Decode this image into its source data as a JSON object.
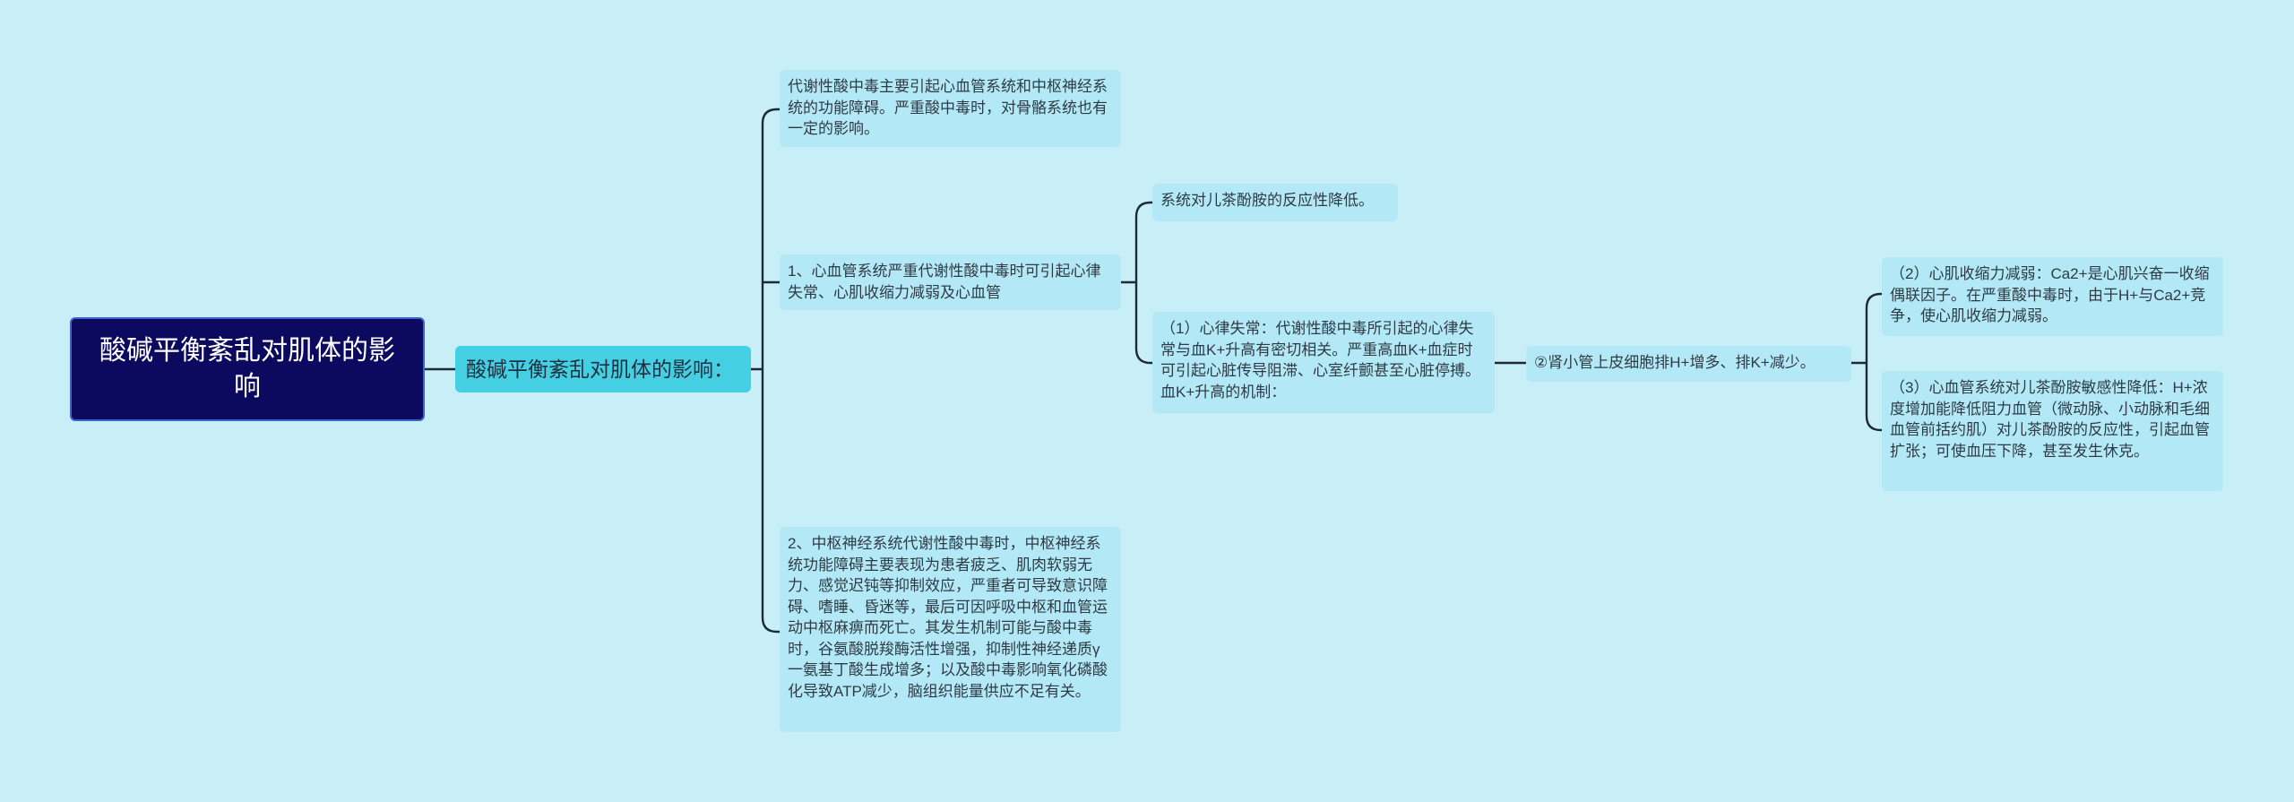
{
  "mindmap": {
    "root": {
      "text": "酸碱平衡紊乱对肌体的影响"
    },
    "main": {
      "text": "酸碱平衡紊乱对肌体的影响："
    },
    "level2": [
      {
        "text": "代谢性酸中毒主要引起心血管系统和中枢神经系统的功能障碍。严重酸中毒时，对骨骼系统也有一定的影响。"
      },
      {
        "text": "1、心血管系统严重代谢性酸中毒时可引起心律失常、心肌收缩力减弱及心血管"
      },
      {
        "text": "2、中枢神经系统代谢性酸中毒时，中枢神经系统功能障碍主要表现为患者疲乏、肌肉软弱无力、感觉迟钝等抑制效应，严重者可导致意识障碍、嗜睡、昏迷等，最后可因呼吸中枢和血管运动中枢麻痹而死亡。其发生机制可能与酸中毒时，谷氨酸脱羧酶活性增强，抑制性神经递质γ一氨基丁酸生成增多；以及酸中毒影响氧化磷酸化导致ATP减少，脑组织能量供应不足有关。"
      }
    ],
    "level3": [
      {
        "text": "系统对儿茶酚胺的反应性降低。"
      },
      {
        "text": "（1）心律失常：代谢性酸中毒所引起的心律失常与血K+升高有密切相关。严重高血K+血症时可引起心脏传导阻滞、心室纤颤甚至心脏停搏。血K+升高的机制："
      }
    ],
    "level4": {
      "text": "②肾小管上皮细胞排H+增多、排K+减少。"
    },
    "level5": [
      {
        "text": "（2）心肌收缩力减弱：Ca2+是心肌兴奋一收缩偶联因子。在严重酸中毒时，由于H+与Ca2+竞争，使心肌收缩力减弱。"
      },
      {
        "text": "（3）心血管系统对儿茶酚胺敏感性降低：H+浓度增加能降低阻力血管（微动脉、小动脉和毛细血管前括约肌）对儿茶酚胺的反应性，引起血管扩张；可使血压下降，甚至发生休克。"
      }
    ]
  },
  "colors": {
    "background": "#c8eff7",
    "root_fill": "#0c0a5e",
    "root_border": "#3f63c8",
    "main_fill": "#45cfe3",
    "leaf_fill": "#b3e8f6",
    "connector": "#1e2a33"
  }
}
